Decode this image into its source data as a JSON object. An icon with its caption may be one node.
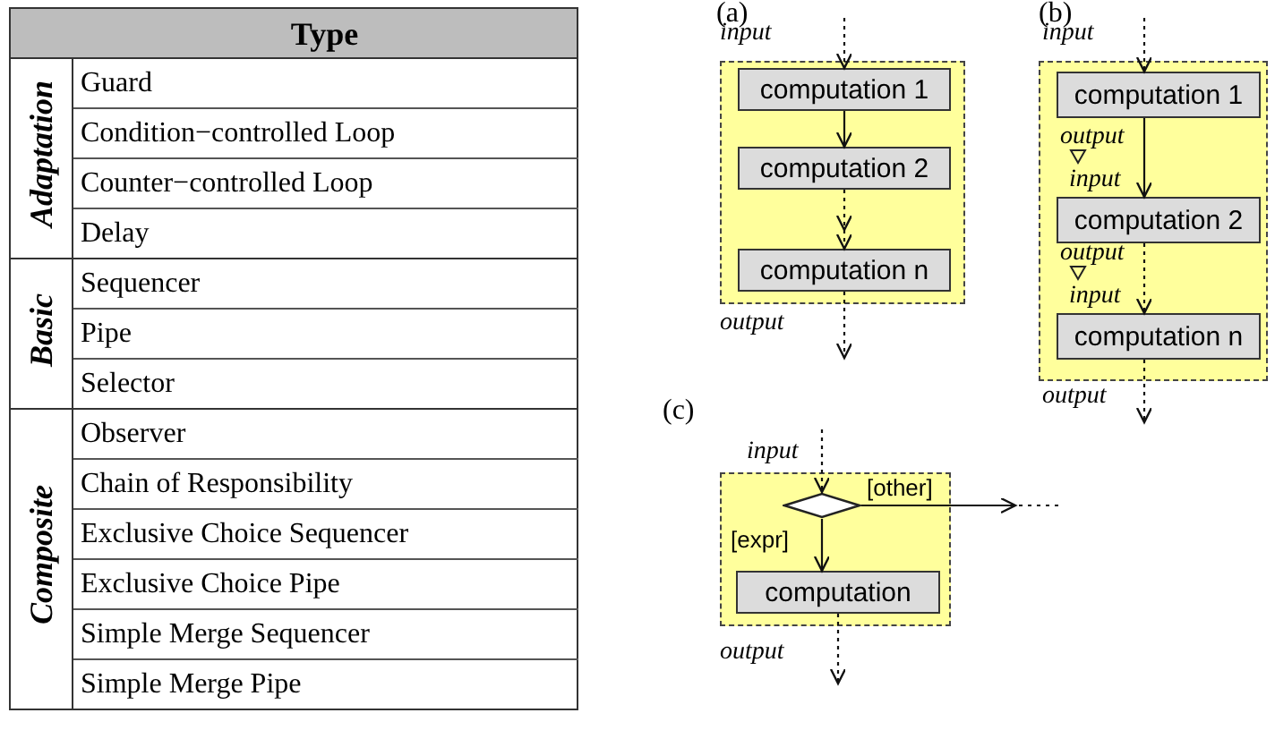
{
  "diagram": {
    "nodes": [
      {
        "text": [
          "(a)"
        ]
      },
      {
        "text": [
          "computation 1"
        ],
        "in": 0
      },
      {
        "text": [
          "computation 2"
        ],
        "in": 0
      },
      {
        "text": [
          "computation n"
        ],
        "in": 0
      },
      {
        "text": [
          "(b)"
        ]
      },
      {
        "text": [
          "computation 1"
        ],
        "in": 4
      },
      {
        "text": [
          "computation 2"
        ],
        "in": 4
      },
      {
        "text": [
          "computation n"
        ],
        "in": 4
      },
      {
        "text": [
          "(c)"
        ]
      },
      {
        "text": [],
        "shape": "diamond",
        "in": 8
      },
      {
        "text": [
          "computation"
        ],
        "in": 8
      }
    ],
    "edges": [
      {
        "from": null,
        "to": 1,
        "arrow": "to",
        "label": "input",
        "style": "dashed"
      },
      {
        "from": 1,
        "to": 2,
        "arrow": "to"
      },
      {
        "from": 2,
        "to": 3,
        "arrow": "to",
        "style": "dashed"
      },
      {
        "from": 3,
        "to": null,
        "arrow": "to",
        "label": "output",
        "style": "dashed"
      },
      {
        "from": null,
        "to": 5,
        "arrow": "to",
        "label": "input",
        "style": "dashed"
      },
      {
        "from": 5,
        "to": 6,
        "arrow": "to"
      },
      {
        "from": 6,
        "to": 7,
        "arrow": "to",
        "style": "dashed"
      },
      {
        "from": 7,
        "to": null,
        "arrow": "to",
        "label": "output",
        "style": "dashed"
      },
      {
        "from": null,
        "to": 9,
        "arrow": "to",
        "label": "input",
        "style": "dashed"
      },
      {
        "from": 9,
        "to": 10,
        "arrow": "to",
        "label": "[expr]"
      },
      {
        "from": 9,
        "to": null,
        "arrow": "to",
        "label": "[other]"
      },
      {
        "from": 10,
        "to": null,
        "arrow": "to",
        "label": "output",
        "style": "dashed"
      }
    ],
    "labels": [
      "Type",
      "Adaptation",
      "Guard",
      "Condition−controlled Loop",
      "Counter−controlled Loop",
      "Delay",
      "Basic",
      "Sequencer",
      "Pipe",
      "Selector",
      "Composite",
      "Observer",
      "Chain of Responsibility",
      "Exclusive Choice Sequencer",
      "Exclusive Choice Pipe",
      "Simple Merge Sequencer",
      "Simple Merge Pipe",
      "output",
      "input",
      "output",
      "input"
    ]
  }
}
